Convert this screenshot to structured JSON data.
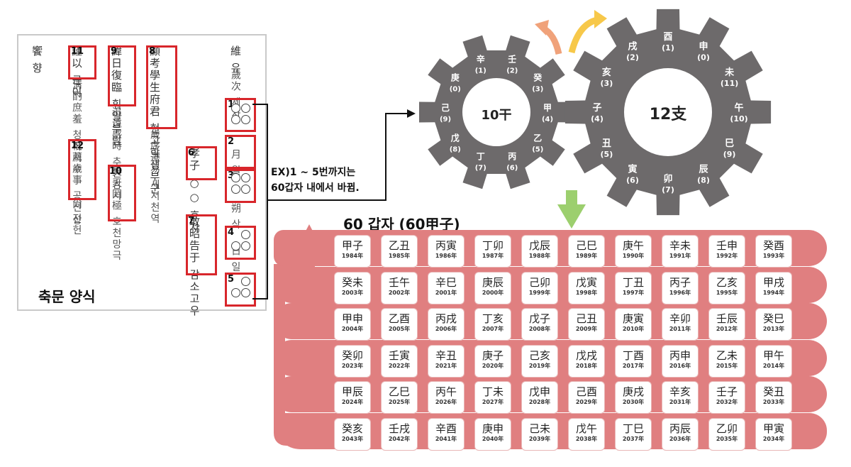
{
  "document": {
    "title": "축문 양식",
    "columns": [
      "饗 향",
      "謹以 근이",
      "淸酌庶羞 청작서수",
      "祗薦歲事 공신전헌",
      "尙 상",
      "諱日復臨 휘일부림",
      "追遠感時 추원감시",
      "昊天罔極 호천망극",
      "顯考學生府君 현고학생부군",
      "歲序遷易 세서천역",
      "孝子 ○○ 효자",
      "敢昭告于 감소고우",
      "維 유",
      "歲次 세차",
      "月 월",
      "朔 삭",
      "日 일"
    ],
    "numbers": [
      "1",
      "2",
      "3",
      "4",
      "5",
      "6",
      "7",
      "8",
      "9",
      "10",
      "11",
      "12"
    ]
  },
  "annotation": {
    "line1": "EX)1 ~ 5번까지는",
    "line2": "60갑자 내에서 바뀜."
  },
  "gear10": {
    "center_label": "10干",
    "stems": [
      {
        "char": "甲",
        "num": "(4)"
      },
      {
        "char": "乙",
        "num": "(5)"
      },
      {
        "char": "丙",
        "num": "(6)"
      },
      {
        "char": "丁",
        "num": "(7)"
      },
      {
        "char": "戊",
        "num": "(8)"
      },
      {
        "char": "己",
        "num": "(9)"
      },
      {
        "char": "庚",
        "num": "(0)"
      },
      {
        "char": "辛",
        "num": "(1)"
      },
      {
        "char": "壬",
        "num": "(2)"
      },
      {
        "char": "癸",
        "num": "(3)"
      }
    ]
  },
  "gear12": {
    "center_label": "12支",
    "branches": [
      {
        "char": "酉",
        "num": "(1)"
      },
      {
        "char": "申",
        "num": "(0)"
      },
      {
        "char": "未",
        "num": "(11)"
      },
      {
        "char": "午",
        "num": "(10)"
      },
      {
        "char": "巳",
        "num": "(9)"
      },
      {
        "char": "辰",
        "num": "(8)"
      },
      {
        "char": "卯",
        "num": "(7)"
      },
      {
        "char": "寅",
        "num": "(6)"
      },
      {
        "char": "丑",
        "num": "(5)"
      },
      {
        "char": "子",
        "num": "(4)"
      },
      {
        "char": "亥",
        "num": "(3)"
      },
      {
        "char": "戌",
        "num": "(2)"
      }
    ]
  },
  "sixty": {
    "title": "60 갑자 (60甲子)",
    "rows": [
      [
        [
          "甲子",
          "1984年"
        ],
        [
          "乙丑",
          "1985年"
        ],
        [
          "丙寅",
          "1986年"
        ],
        [
          "丁卯",
          "1987年"
        ],
        [
          "戊辰",
          "1988年"
        ],
        [
          "己巳",
          "1989年"
        ],
        [
          "庚午",
          "1990年"
        ],
        [
          "辛未",
          "1991年"
        ],
        [
          "壬申",
          "1992年"
        ],
        [
          "癸酉",
          "1993年"
        ]
      ],
      [
        [
          "癸未",
          "2003年"
        ],
        [
          "壬午",
          "2002年"
        ],
        [
          "辛巳",
          "2001年"
        ],
        [
          "庚辰",
          "2000年"
        ],
        [
          "己卯",
          "1999年"
        ],
        [
          "戊寅",
          "1998年"
        ],
        [
          "丁丑",
          "1997年"
        ],
        [
          "丙子",
          "1996年"
        ],
        [
          "乙亥",
          "1995年"
        ],
        [
          "甲戌",
          "1994年"
        ]
      ],
      [
        [
          "甲申",
          "2004年"
        ],
        [
          "乙酉",
          "2005年"
        ],
        [
          "丙戌",
          "2006年"
        ],
        [
          "丁亥",
          "2007年"
        ],
        [
          "戊子",
          "2008年"
        ],
        [
          "己丑",
          "2009年"
        ],
        [
          "庚寅",
          "2010年"
        ],
        [
          "辛卯",
          "2011年"
        ],
        [
          "壬辰",
          "2012年"
        ],
        [
          "癸巳",
          "2013年"
        ]
      ],
      [
        [
          "癸卯",
          "2023年"
        ],
        [
          "壬寅",
          "2022年"
        ],
        [
          "辛丑",
          "2021年"
        ],
        [
          "庚子",
          "2020年"
        ],
        [
          "己亥",
          "2019年"
        ],
        [
          "戊戌",
          "2018年"
        ],
        [
          "丁酉",
          "2017年"
        ],
        [
          "丙申",
          "2016年"
        ],
        [
          "乙未",
          "2015年"
        ],
        [
          "甲午",
          "2014年"
        ]
      ],
      [
        [
          "甲辰",
          "2024年"
        ],
        [
          "乙巳",
          "2025年"
        ],
        [
          "丙午",
          "2026年"
        ],
        [
          "丁未",
          "2027年"
        ],
        [
          "戊申",
          "2028年"
        ],
        [
          "己酉",
          "2029年"
        ],
        [
          "庚戌",
          "2030年"
        ],
        [
          "辛亥",
          "2031年"
        ],
        [
          "壬子",
          "2032年"
        ],
        [
          "癸丑",
          "2033年"
        ]
      ],
      [
        [
          "癸亥",
          "2043年"
        ],
        [
          "壬戌",
          "2042年"
        ],
        [
          "辛酉",
          "2041年"
        ],
        [
          "庚申",
          "2040年"
        ],
        [
          "己未",
          "2039年"
        ],
        [
          "戊午",
          "2038年"
        ],
        [
          "丁巳",
          "2037年"
        ],
        [
          "丙辰",
          "2036年"
        ],
        [
          "乙卯",
          "2035年"
        ],
        [
          "甲寅",
          "2034年"
        ]
      ]
    ]
  },
  "colors": {
    "gear": "#6d6a6b",
    "band": "#e07f80",
    "red_box": "#d8262b",
    "arrow_orange": "#f0a27a",
    "arrow_yellow": "#f7c84a",
    "arrow_green": "#9ccf6e"
  }
}
